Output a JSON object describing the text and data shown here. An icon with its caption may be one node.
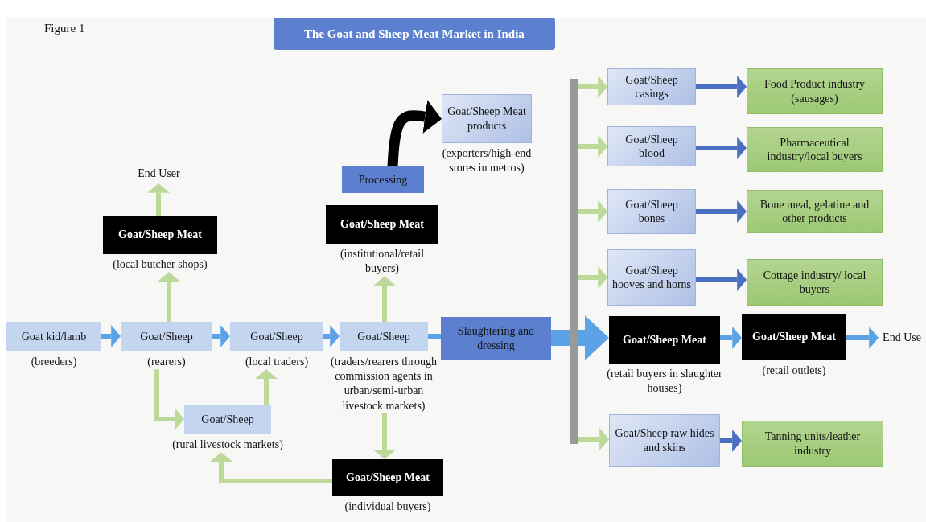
{
  "diagram": {
    "title": "The Goat and Sheep Meat Market in India",
    "nodes": [
      {
        "text": [
          "Goat kid/lamb"
        ],
        "beside": [
          "(breeders)"
        ]
      },
      {
        "text": [
          "Goat/Sheep"
        ],
        "beside": [
          "(rearers)"
        ]
      },
      {
        "text": [
          "Goat/Sheep"
        ],
        "beside": [
          "(local traders)"
        ]
      },
      {
        "text": [
          "Goat/Sheep"
        ],
        "beside": [
          "(traders/rearers through commission agents in urban/semi-urban livestock markets)"
        ]
      },
      {
        "text": [
          "Goat/Sheep"
        ],
        "beside": [
          "(rural livestock markets)"
        ]
      },
      {
        "text": [
          "Goat/Sheep Meat"
        ],
        "beside": [
          "(local butcher shops)"
        ]
      },
      {
        "text": [
          "End User"
        ]
      },
      {
        "text": [
          "Goat/Sheep Meat"
        ],
        "beside": [
          "(institutional/retail buyers)"
        ]
      },
      {
        "text": [
          "Processing"
        ]
      },
      {
        "text": [
          "Goat/Sheep Meat products"
        ],
        "beside": [
          "(exporters/high-end stores in metros)"
        ]
      },
      {
        "text": [
          "Goat/Sheep Meat"
        ],
        "beside": [
          "(individual buyers)"
        ]
      },
      {
        "text": [
          "Slaughtering and dressing"
        ]
      },
      {
        "text": [],
        "shape": "bar"
      },
      {
        "text": [
          "Goat/Sheep casings"
        ]
      },
      {
        "text": [
          "Food Product industry (sausages)"
        ]
      },
      {
        "text": [
          "Goat/Sheep blood"
        ]
      },
      {
        "text": [
          "Pharmaceutical industry/local buyers"
        ]
      },
      {
        "text": [
          "Goat/Sheep bones"
        ]
      },
      {
        "text": [
          "Bone meal, gelatine and other products"
        ]
      },
      {
        "text": [
          "Goat/Sheep hooves and horns"
        ]
      },
      {
        "text": [
          "Cottage industry/ local buyers"
        ]
      },
      {
        "text": [
          "Goat/Sheep Meat"
        ],
        "beside": [
          "(retail buyers in slaughter houses)"
        ]
      },
      {
        "text": [
          "Goat/Sheep Meat"
        ],
        "beside": [
          "(retail outlets)"
        ]
      },
      {
        "text": [
          "End Use"
        ]
      },
      {
        "text": [
          "Goat/Sheep raw hides and skins"
        ]
      },
      {
        "text": [
          "Tanning units/leather industry"
        ]
      }
    ],
    "edges": [
      {
        "from": 0,
        "to": 1,
        "arrow": "to",
        "color": "#5ba3e6"
      },
      {
        "from": 1,
        "to": 2,
        "arrow": "to",
        "color": "#5ba3e6"
      },
      {
        "from": 2,
        "to": 3,
        "arrow": "to",
        "color": "#5ba3e6"
      },
      {
        "from": 3,
        "to": 11,
        "arrow": "none",
        "color": "#5ba3e6"
      },
      {
        "from": 1,
        "to": 5,
        "arrow": "to"
      },
      {
        "from": 5,
        "to": 6,
        "arrow": "to"
      },
      {
        "from": 1,
        "to": 4,
        "arrow": "to"
      },
      {
        "from": 4,
        "to": 2,
        "arrow": "to"
      },
      {
        "from": 3,
        "to": 7,
        "arrow": "to"
      },
      {
        "from": 3,
        "to": 10,
        "arrow": "to"
      },
      {
        "from": 10,
        "to": 4,
        "arrow": "to"
      },
      {
        "from": 8,
        "to": 9,
        "arrow": "to",
        "style": "thick",
        "color": "#000000"
      },
      {
        "from": 11,
        "to": 21,
        "arrow": "to",
        "style": "thick",
        "color": "#5ba3e6"
      },
      {
        "from": 12,
        "to": 13,
        "arrow": "to"
      },
      {
        "from": 12,
        "to": 15,
        "arrow": "to"
      },
      {
        "from": 12,
        "to": 17,
        "arrow": "to"
      },
      {
        "from": 12,
        "to": 19,
        "arrow": "to"
      },
      {
        "from": 12,
        "to": 24,
        "arrow": "to"
      },
      {
        "from": 13,
        "to": 14,
        "arrow": "to",
        "color": "#4a6fc0"
      },
      {
        "from": 15,
        "to": 16,
        "arrow": "to",
        "color": "#4a6fc0"
      },
      {
        "from": 17,
        "to": 18,
        "arrow": "to",
        "color": "#4a6fc0"
      },
      {
        "from": 19,
        "to": 20,
        "arrow": "to",
        "color": "#4a6fc0"
      },
      {
        "from": 24,
        "to": 25,
        "arrow": "to",
        "color": "#4a6fc0"
      },
      {
        "from": 21,
        "to": 22,
        "arrow": "to",
        "color": "#5ba3e6"
      },
      {
        "from": 22,
        "to": 23,
        "arrow": "to",
        "color": "#5ba3e6"
      }
    ],
    "labels": [
      "Figure 1"
    ]
  }
}
